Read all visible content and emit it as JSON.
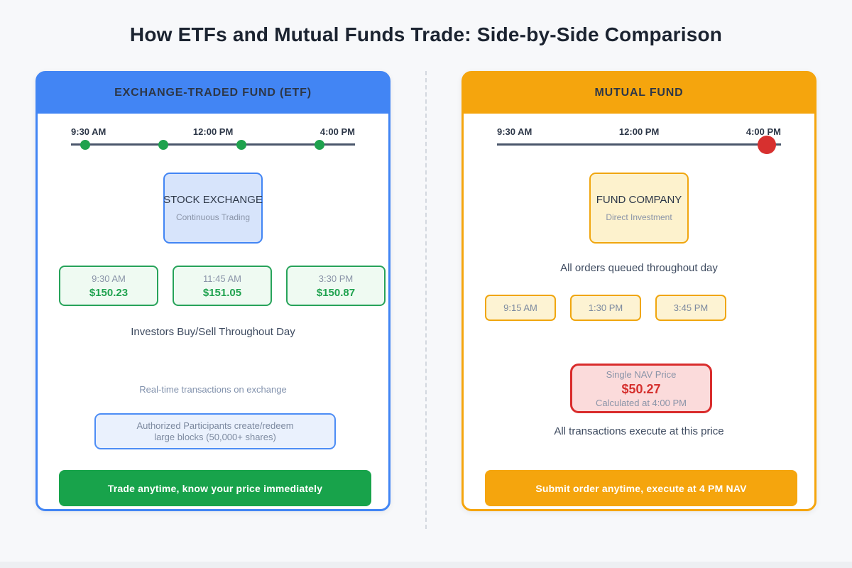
{
  "title": "How ETFs and Mutual Funds Trade: Side-by-Side Comparison",
  "colors": {
    "etf_accent": "#4285f4",
    "mf_accent": "#f5a50d",
    "green": "#18a34b",
    "red": "#d7302f",
    "timeline_line": "#4a566b",
    "background": "#f7f8fa"
  },
  "etf": {
    "header": "EXCHANGE-TRADED FUND (ETF)",
    "timeline_labels": [
      "9:30 AM",
      "12:00 PM",
      "4:00 PM"
    ],
    "dot_positions_pct": [
      5,
      32.5,
      60,
      87.5
    ],
    "exchange_box": {
      "title": "STOCK EXCHANGE",
      "subtitle": "Continuous Trading"
    },
    "prices": [
      {
        "time": "9:30 AM",
        "price": "$150.23"
      },
      {
        "time": "11:45 AM",
        "price": "$151.05"
      },
      {
        "time": "3:30 PM",
        "price": "$150.87"
      }
    ],
    "caption": "Investors Buy/Sell Throughout Day",
    "note": "Real-time transactions on exchange",
    "ap_line1": "Authorized Participants create/redeem",
    "ap_line2": "large blocks (50,000+ shares)",
    "button": "Trade anytime, know your price immediately"
  },
  "mf": {
    "header": "MUTUAL FUND",
    "timeline_labels": [
      "9:30 AM",
      "12:00 PM",
      "4:00 PM"
    ],
    "dot_position_pct": 95,
    "company_box": {
      "title": "FUND COMPANY",
      "subtitle": "Direct Investment"
    },
    "caption": "All orders queued throughout day",
    "queued_times": [
      "9:15 AM",
      "1:30 PM",
      "3:45 PM"
    ],
    "nav_box": {
      "label": "Single NAV Price",
      "price": "$50.27",
      "sub": "Calculated at 4:00 PM"
    },
    "note": "All transactions execute at this price",
    "button": "Submit order anytime, execute at 4 PM NAV"
  }
}
